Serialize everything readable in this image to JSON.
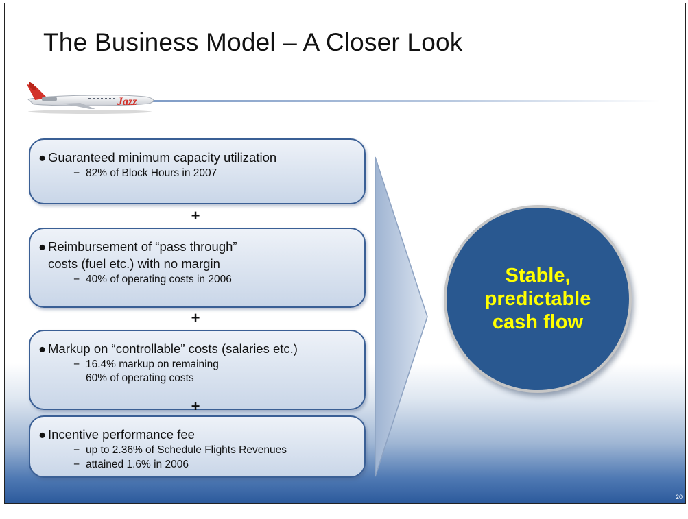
{
  "slide": {
    "title": "The Business Model – A Closer Look",
    "page_number": "20"
  },
  "logo": {
    "icon": "jet-plane-logo-icon",
    "wordmark": "Jazz",
    "accent_color": "#d3322a"
  },
  "boxes": [
    {
      "bullet": "●",
      "main": "Guaranteed minimum capacity utilization",
      "main_cont": "",
      "subs": [
        "82% of Block Hours in 2007"
      ]
    },
    {
      "bullet": "●",
      "main": "Reimbursement of “pass through”",
      "main_cont": "costs (fuel etc.) with no margin",
      "subs": [
        "40% of operating costs in 2006"
      ]
    },
    {
      "bullet": "●",
      "main": "Markup on “controllable” costs (salaries etc.)",
      "main_cont": "",
      "subs": [
        "16.4% markup on remaining"
      ],
      "sub_cont": "60% of operating costs"
    },
    {
      "bullet": "●",
      "main": "Incentive performance fee",
      "main_cont": "",
      "subs": [
        "up to 2.36% of Schedule Flights Revenues",
        "attained 1.6% in 2006"
      ]
    }
  ],
  "plus_sign": "+",
  "dash": "−",
  "outcome": {
    "line1": "Stable,",
    "line2": "predictable",
    "line3": "cash flow",
    "text_color": "#ffff00",
    "fill_color": "#295890"
  }
}
